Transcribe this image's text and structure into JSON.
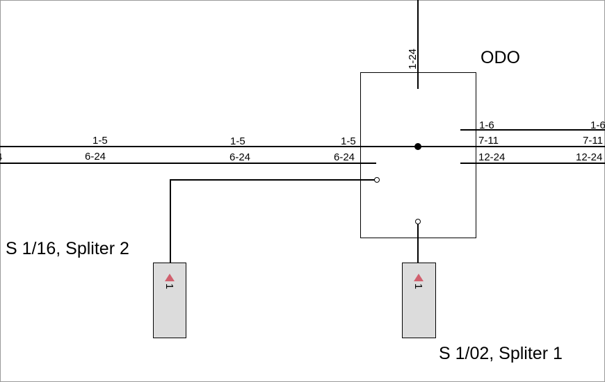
{
  "odo": {
    "title": "ODO",
    "input_cable_label": "1-24"
  },
  "left_cables": {
    "upper_labels": [
      "1-5",
      "1-5",
      "1-5"
    ],
    "lower_labels": [
      "4",
      "6-24",
      "6-24",
      "6-24"
    ]
  },
  "right_cables": {
    "top_labels": [
      "1-6",
      "1-6"
    ],
    "mid_labels": [
      "7-11",
      "7-11"
    ],
    "bottom_labels": [
      "12-24",
      "12-24"
    ]
  },
  "splitter_2": {
    "title": "S 1/16, Spliter 2",
    "port_label": "1"
  },
  "splitter_1": {
    "title": "S 1/02, Spliter 1",
    "port_label": "1"
  },
  "colors": {
    "line": "#000000",
    "box_fill": "#dcdcdc",
    "port_marker": "#d0606e",
    "frame": "#999999"
  }
}
